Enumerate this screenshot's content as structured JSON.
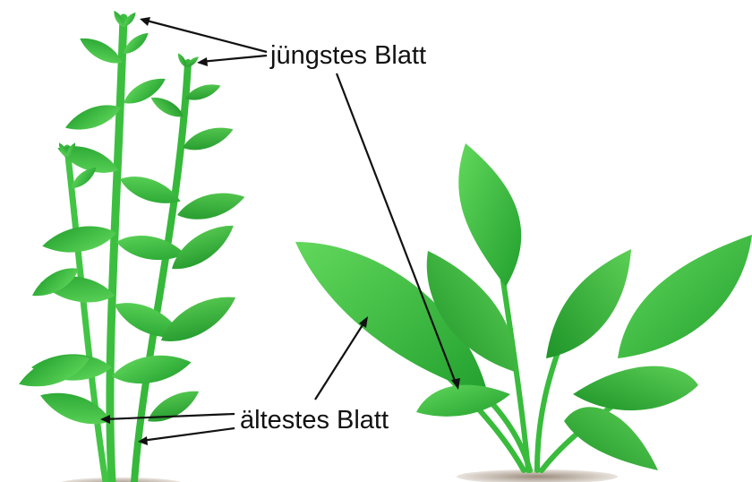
{
  "labels": {
    "youngest_leaf": "jüngstes Blatt",
    "oldest_leaf": "ältestes Blatt"
  },
  "colors": {
    "leaf_light": "#5fd35a",
    "leaf_mid": "#33b83a",
    "leaf_dark": "#1f8f2a",
    "stem": "#3cbf3f",
    "soil": "#8a7a6a",
    "pointer_line": "#111111",
    "background": "#ffffff"
  },
  "plants": [
    "left-stem-plant",
    "right-rosette-plant"
  ]
}
